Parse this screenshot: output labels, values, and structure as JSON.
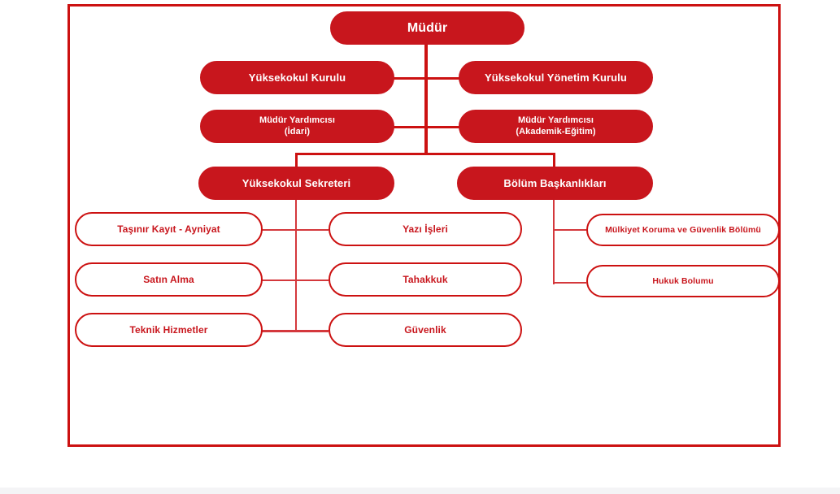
{
  "page": {
    "title": "Organizasyon Şeması",
    "background_color": "#ffffff",
    "frame_color": "#CC1111",
    "fill_color": "#C8161D",
    "outline_text_color": "#C8161D",
    "filled_text_color": "#ffffff"
  },
  "chart_data": {
    "type": "diagram",
    "subtype": "organization-chart",
    "title": "",
    "orientation": "top-down",
    "levels": [
      {
        "level": 1,
        "nodes": [
          "Müdür"
        ]
      },
      {
        "level": 2,
        "nodes": [
          "Yüksekokul Kurulu",
          "Yüksekokul Yönetim Kurulu"
        ]
      },
      {
        "level": 3,
        "nodes": [
          "Müdür Yardımcısı\n(İdari)",
          "Müdür Yardımcısı\n(Akademik-Eğitim)"
        ]
      },
      {
        "level": 4,
        "nodes": [
          "Yüksekokul Sekreteri",
          "Bölüm Başkanlıkları"
        ]
      },
      {
        "level": 5,
        "nodes": [
          "Taşınır Kayıt - Ayniyat",
          "Yazı İşleri",
          "Mülkiyet Koruma ve Güvenlik Bölümü",
          "Satın Alma",
          "Tahakkuk",
          "Hukuk Bolumu",
          "Teknik Hizmetler",
          "Güvenlik"
        ]
      }
    ],
    "edges": [
      {
        "from": "Müdür",
        "to": "Yüksekokul Kurulu"
      },
      {
        "from": "Müdür",
        "to": "Yüksekokul Yönetim Kurulu"
      },
      {
        "from": "Müdür",
        "to": "Müdür Yardımcısı (İdari)"
      },
      {
        "from": "Müdür",
        "to": "Müdür Yardımcısı (Akademik-Eğitim)"
      },
      {
        "from": "Müdür",
        "to": "Yüksekokul Sekreteri"
      },
      {
        "from": "Müdür",
        "to": "Bölüm Başkanlıkları"
      },
      {
        "from": "Yüksekokul Sekreteri",
        "to": "Taşınır Kayıt - Ayniyat"
      },
      {
        "from": "Yüksekokul Sekreteri",
        "to": "Yazı İşleri"
      },
      {
        "from": "Yüksekokul Sekreteri",
        "to": "Satın Alma"
      },
      {
        "from": "Yüksekokul Sekreteri",
        "to": "Tahakkuk"
      },
      {
        "from": "Yüksekokul Sekreteri",
        "to": "Teknik Hizmetler"
      },
      {
        "from": "Yüksekokul Sekreteri",
        "to": "Güvenlik"
      },
      {
        "from": "Bölüm Başkanlıkları",
        "to": "Mülkiyet Koruma ve Güvenlik Bölümü"
      },
      {
        "from": "Bölüm Başkanlıkları",
        "to": "Hukuk Bolumu"
      }
    ]
  },
  "nodes": {
    "root": {
      "label": "Müdür"
    },
    "council": {
      "label": "Yüksekokul Kurulu"
    },
    "executive_board": {
      "label": "Yüksekokul Yönetim Kurulu"
    },
    "deputy_admin": {
      "label": "Müdür Yardımcısı\n(İdari)"
    },
    "deputy_academic": {
      "label": "Müdür Yardımcısı\n(Akademik-Eğitim)"
    },
    "secretary": {
      "label": "Yüksekokul Sekreteri"
    },
    "departments": {
      "label": "Bölüm Başkanlıkları"
    },
    "unit_inventory": {
      "label": "Taşınır Kayıt - Ayniyat"
    },
    "unit_purchasing": {
      "label": "Satın Alma"
    },
    "unit_technical": {
      "label": "Teknik Hizmetler"
    },
    "unit_correspondence": {
      "label": "Yazı İşleri"
    },
    "unit_accrual": {
      "label": "Tahakkuk"
    },
    "unit_security": {
      "label": "Güvenlik"
    },
    "dept_property_security": {
      "label": "Mülkiyet Koruma ve Güvenlik Bölümü"
    },
    "dept_law": {
      "label": "Hukuk Bolumu"
    }
  }
}
